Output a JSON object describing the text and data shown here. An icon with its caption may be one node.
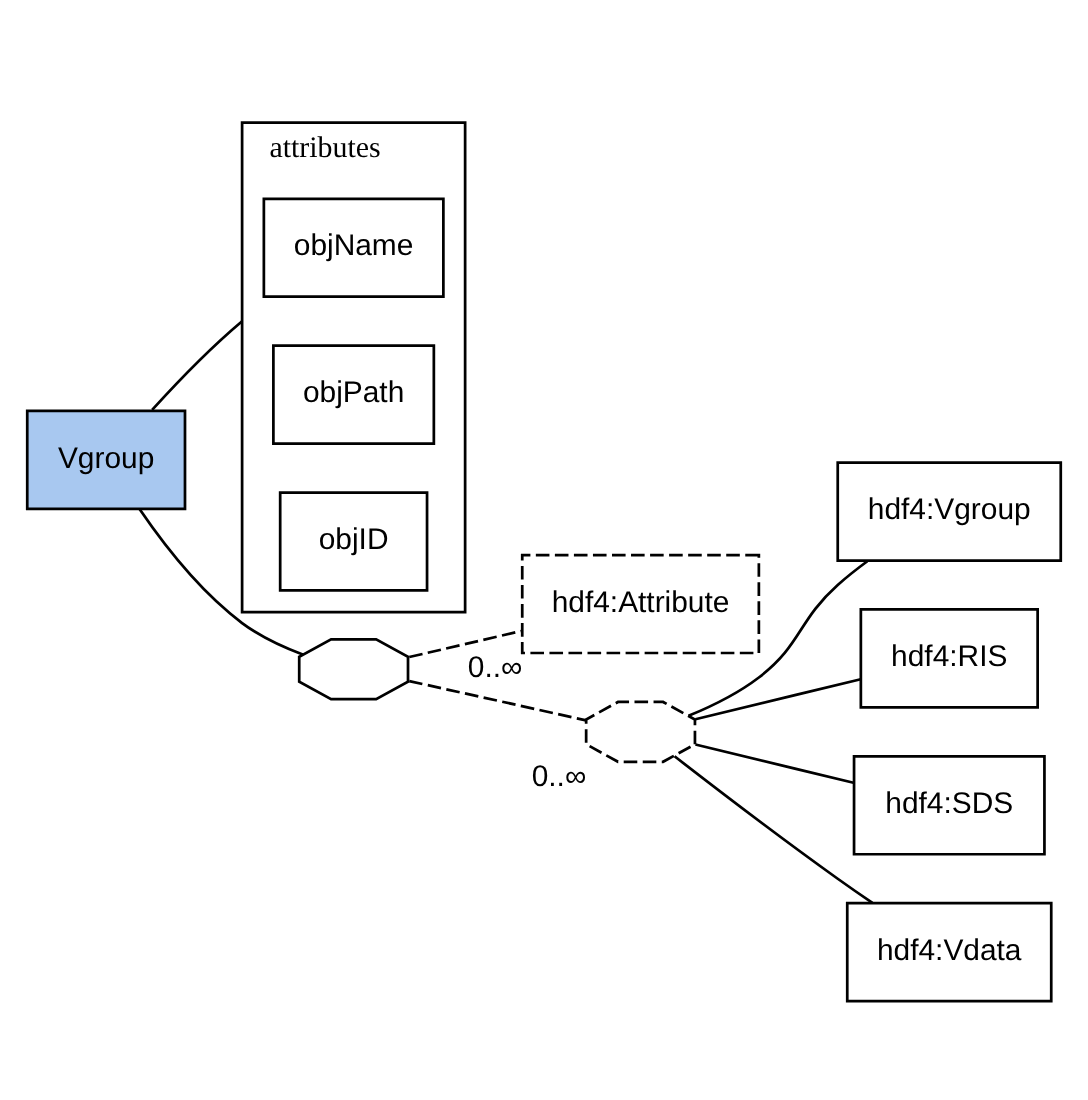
{
  "diagram": {
    "nodes": [
      {
        "text": [
          "Vgroup"
        ]
      },
      {
        "text": [
          "attributes"
        ]
      },
      {
        "text": [
          "objName"
        ],
        "in": 1
      },
      {
        "text": [
          "objPath"
        ],
        "in": 1
      },
      {
        "text": [
          "objID"
        ],
        "in": 1
      },
      {
        "text": [],
        "shape": "octagon"
      },
      {
        "text": [
          "hdf4:Attribute"
        ],
        "beside": [
          "0..∞"
        ]
      },
      {
        "text": [],
        "shape": "octagon",
        "beside": [
          "0..∞"
        ]
      },
      {
        "text": [
          "hdf4:Vgroup"
        ]
      },
      {
        "text": [
          "hdf4:RIS"
        ]
      },
      {
        "text": [
          "hdf4:SDS"
        ]
      },
      {
        "text": [
          "hdf4:Vdata"
        ]
      }
    ],
    "edges": [
      {
        "from": 0,
        "to": 1,
        "arrow": "none"
      },
      {
        "from": 0,
        "to": 5,
        "arrow": "none"
      },
      {
        "from": 5,
        "to": 6,
        "arrow": "none",
        "style": "dashed"
      },
      {
        "from": 5,
        "to": 7,
        "arrow": "none",
        "style": "dashed"
      },
      {
        "from": 7,
        "to": 8,
        "arrow": "none"
      },
      {
        "from": 7,
        "to": 9,
        "arrow": "none"
      },
      {
        "from": 7,
        "to": 10,
        "arrow": "none"
      },
      {
        "from": 7,
        "to": 11,
        "arrow": "none"
      }
    ]
  }
}
